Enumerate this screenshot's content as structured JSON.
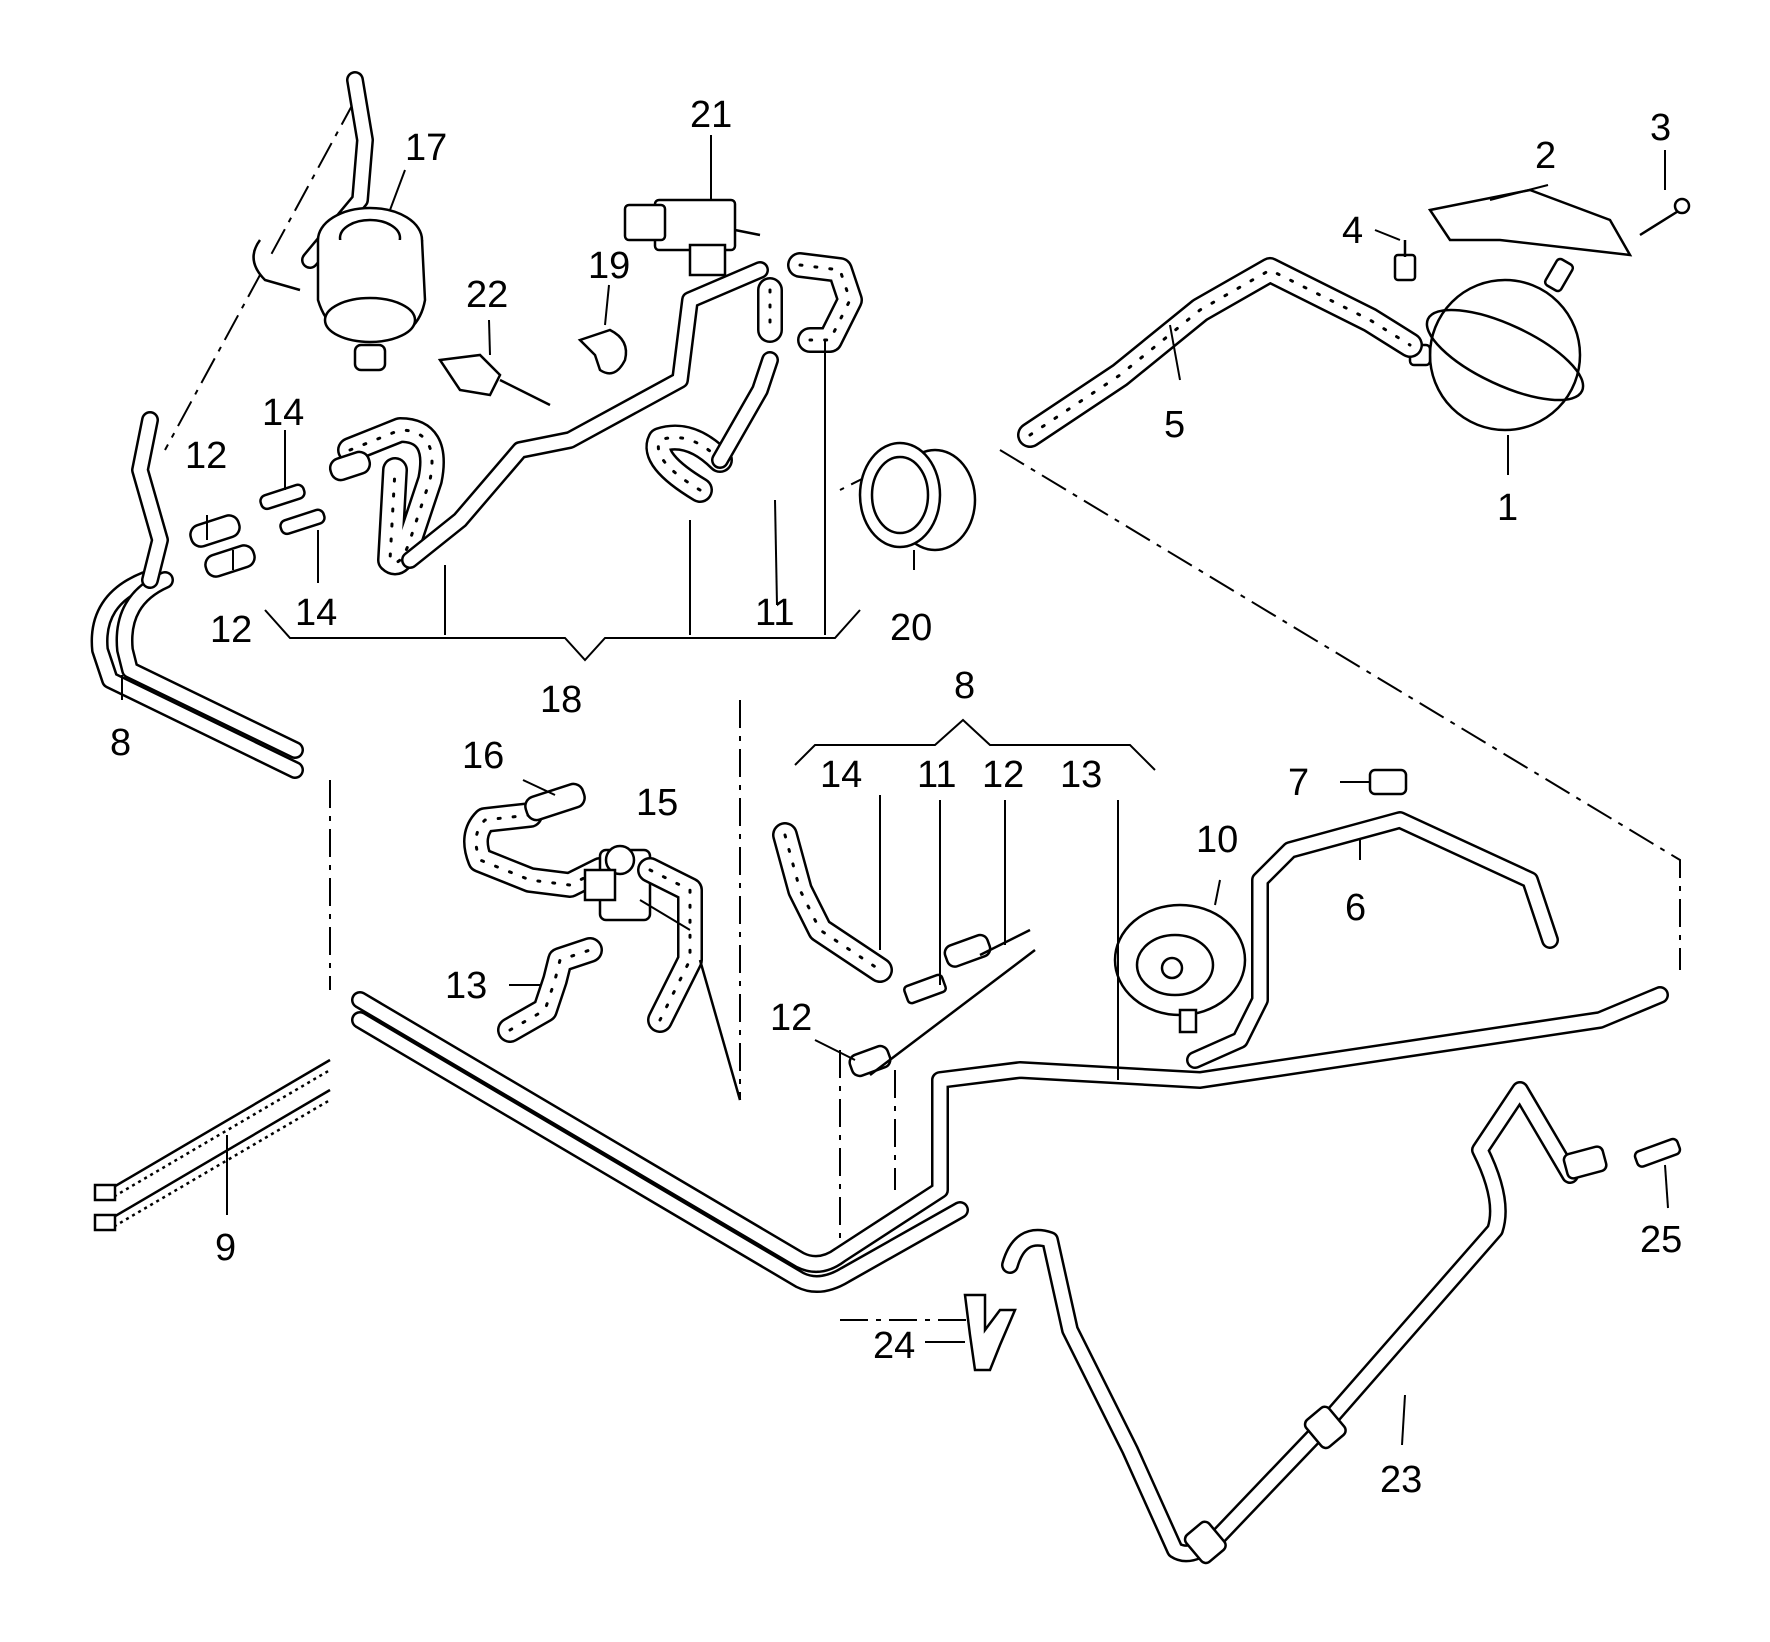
{
  "callouts": {
    "c1": "1",
    "c2": "2",
    "c3": "3",
    "c4": "4",
    "c5": "5",
    "c6": "6",
    "c7": "7",
    "c8a": "8",
    "c8b": "8",
    "c9": "9",
    "c10": "10",
    "c11a": "11",
    "c11b": "11",
    "c12a": "12",
    "c12b": "12",
    "c12c": "12",
    "c12d": "12",
    "c13a": "13",
    "c13b": "13",
    "c14a": "14",
    "c14b": "14",
    "c14c": "14",
    "c15": "15",
    "c16": "16",
    "c17": "17",
    "c18": "18",
    "c19": "19",
    "c20": "20",
    "c21": "21",
    "c22": "22",
    "c23": "23",
    "c24": "24",
    "c25": "25"
  }
}
